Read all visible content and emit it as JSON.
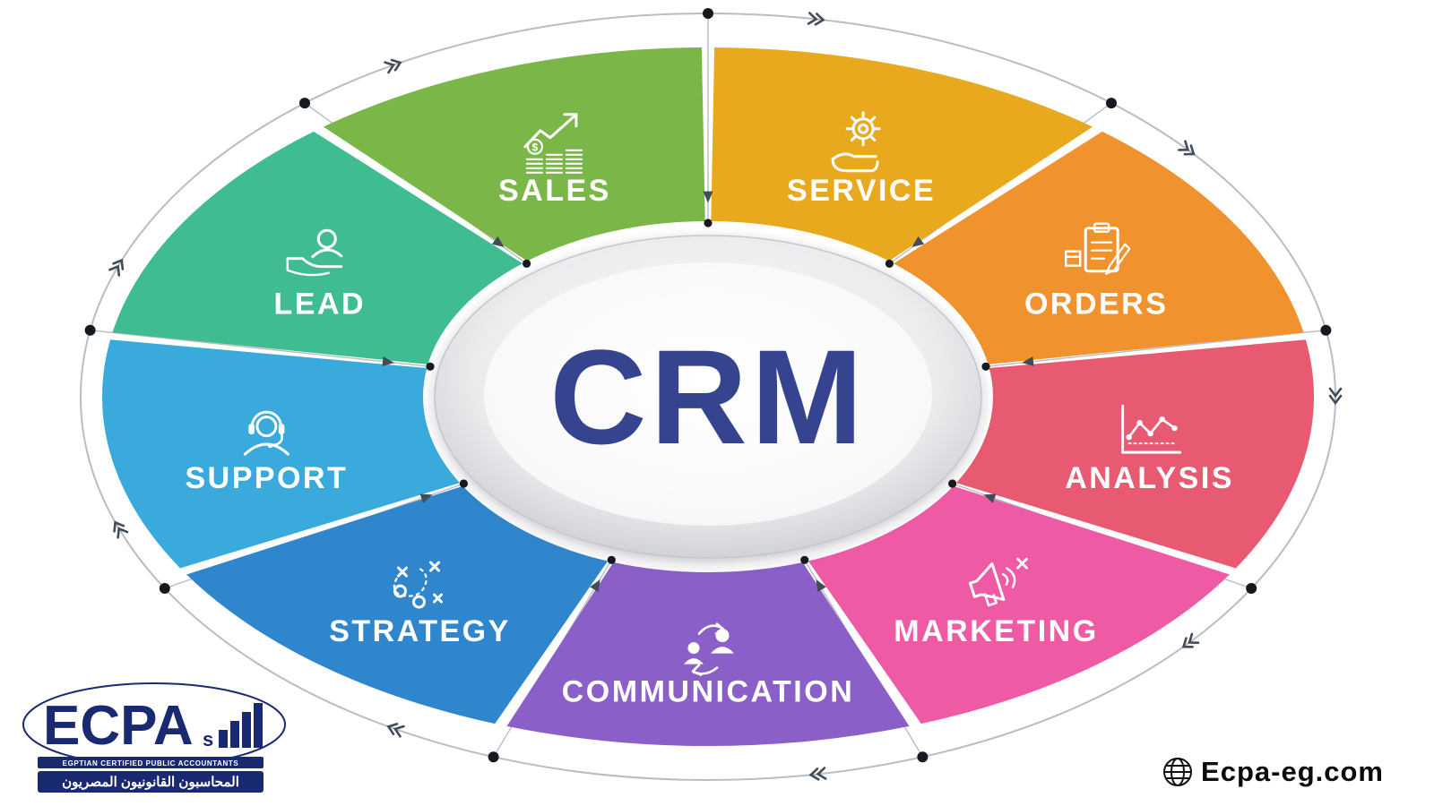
{
  "center": {
    "label": "CRM",
    "color": "#36448f"
  },
  "segments": [
    {
      "label": "SALES",
      "color": "#7ab648",
      "icon": "sales-growth-icon"
    },
    {
      "label": "SERVICE",
      "color": "#e9a91e",
      "icon": "gear-hand-icon"
    },
    {
      "label": "ORDERS",
      "color": "#f0922d",
      "icon": "order-clipboard-icon"
    },
    {
      "label": "ANALYSIS",
      "color": "#e75a72",
      "icon": "analysis-chart-icon"
    },
    {
      "label": "MARKETING",
      "color": "#ee5ba4",
      "icon": "megaphone-icon"
    },
    {
      "label": "COMMUNICATION",
      "color": "#8a5fc8",
      "icon": "people-exchange-icon"
    },
    {
      "label": "STRATEGY",
      "color": "#2f86cc",
      "icon": "strategy-plan-icon"
    },
    {
      "label": "SUPPORT",
      "color": "#3aaadd",
      "icon": "headset-support-icon"
    },
    {
      "label": "LEAD",
      "color": "#3fbd90",
      "icon": "lead-person-icon"
    }
  ],
  "decor": {
    "ring_color": "#b7bdc5",
    "dot_color": "#16191e",
    "arrow_color": "#424c57"
  },
  "branding": {
    "logo_text": "ECPA",
    "logo_sub": "s",
    "tagline": "EGPTIAN CERTIFIED PUBLIC ACCOUNTANTS",
    "tagline_ar": "المحاسبون القانونيون المصريون",
    "website": "Ecpa-eg.com"
  }
}
